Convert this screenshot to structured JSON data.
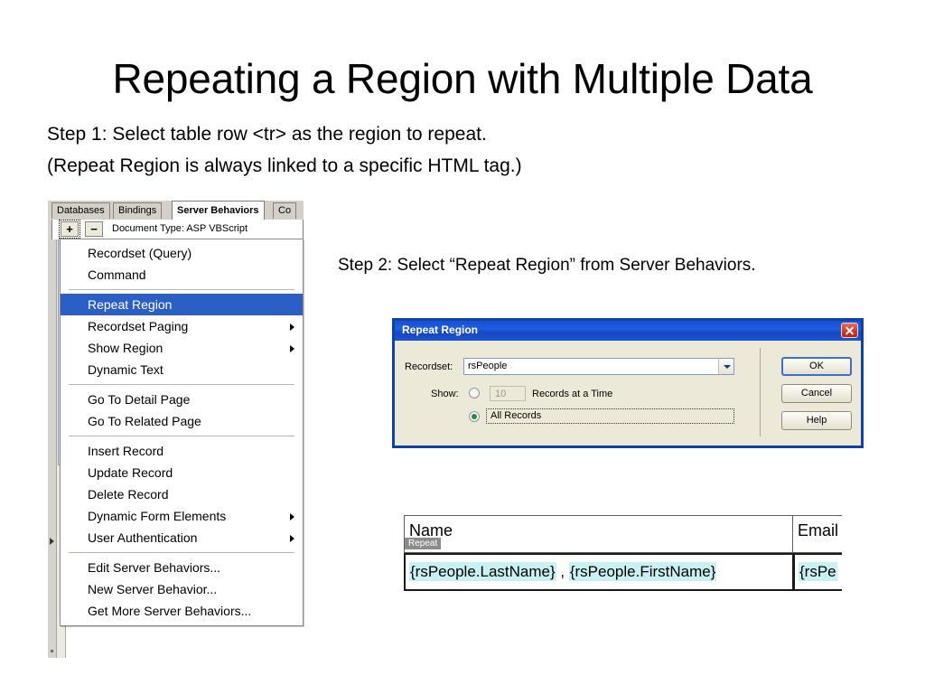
{
  "slide": {
    "title": "Repeating a Region with Multiple Data",
    "step1_line1": "Step 1: Select table row <tr> as the region to repeat.",
    "step1_line2": "(Repeat Region is always linked to a specific HTML tag.)",
    "step2": "Step 2: Select “Repeat Region” from Server Behaviors."
  },
  "panel": {
    "tabs": [
      {
        "label": "Databases",
        "active": false
      },
      {
        "label": "Bindings",
        "active": false
      },
      {
        "label": "Server Behaviors",
        "active": true
      },
      {
        "label": "Co",
        "active": false
      }
    ],
    "toolbar": {
      "add_label": "+",
      "remove_label": "−",
      "document_type": "Document Type: ASP VBScript"
    },
    "menu_items": [
      {
        "label": "Recordset (Query)",
        "submenu": false,
        "selected": false
      },
      {
        "label": "Command",
        "submenu": false,
        "selected": false
      },
      {
        "separator": true
      },
      {
        "label": "Repeat Region",
        "submenu": false,
        "selected": true
      },
      {
        "label": "Recordset Paging",
        "submenu": true,
        "selected": false
      },
      {
        "label": "Show Region",
        "submenu": true,
        "selected": false
      },
      {
        "label": "Dynamic Text",
        "submenu": false,
        "selected": false
      },
      {
        "separator": true
      },
      {
        "label": "Go To Detail Page",
        "submenu": false,
        "selected": false
      },
      {
        "label": "Go To Related Page",
        "submenu": false,
        "selected": false
      },
      {
        "separator": true
      },
      {
        "label": "Insert Record",
        "submenu": false,
        "selected": false
      },
      {
        "label": "Update Record",
        "submenu": false,
        "selected": false
      },
      {
        "label": "Delete Record",
        "submenu": false,
        "selected": false
      },
      {
        "label": "Dynamic Form Elements",
        "submenu": true,
        "selected": false
      },
      {
        "label": "User Authentication",
        "submenu": true,
        "selected": false
      },
      {
        "separator": true
      },
      {
        "label": "Edit Server Behaviors...",
        "submenu": false,
        "selected": false
      },
      {
        "label": "New Server Behavior...",
        "submenu": false,
        "selected": false
      },
      {
        "label": "Get More Server Behaviors...",
        "submenu": false,
        "selected": false
      }
    ]
  },
  "dialog": {
    "title": "Repeat Region",
    "close_label": "✕",
    "recordset_label": "Recordset:",
    "recordset_value": "rsPeople",
    "show_label": "Show:",
    "records_count": "10",
    "records_at_a_time_label": "Records at a Time",
    "all_records_label": "All Records",
    "selected_option": "all_records",
    "buttons": {
      "ok": "OK",
      "cancel": "Cancel",
      "help": "Help"
    },
    "colors": {
      "titlebar": "#1a4fd0",
      "border": "#1041a5",
      "body": "#ece9d8",
      "close_button": "#d8402a",
      "radio_dot": "#2e8b3a"
    }
  },
  "design_table": {
    "headers": [
      "Name",
      "Email"
    ],
    "repeat_badge": "Repeat",
    "row": {
      "name_first": "{rsPeople.LastName}",
      "name_sep": " , ",
      "name_second": "{rsPeople.FirstName}",
      "email": "{rsPe"
    },
    "colors": {
      "dynamic_highlight": "#c9f0f2",
      "repeat_badge_bg": "#8c8c8c",
      "selection_border": "#1a1a1a"
    }
  },
  "theme": {
    "menu_selection": "#2c5fc6",
    "panel_chrome": "#d4d0c8",
    "background": "#ffffff"
  }
}
